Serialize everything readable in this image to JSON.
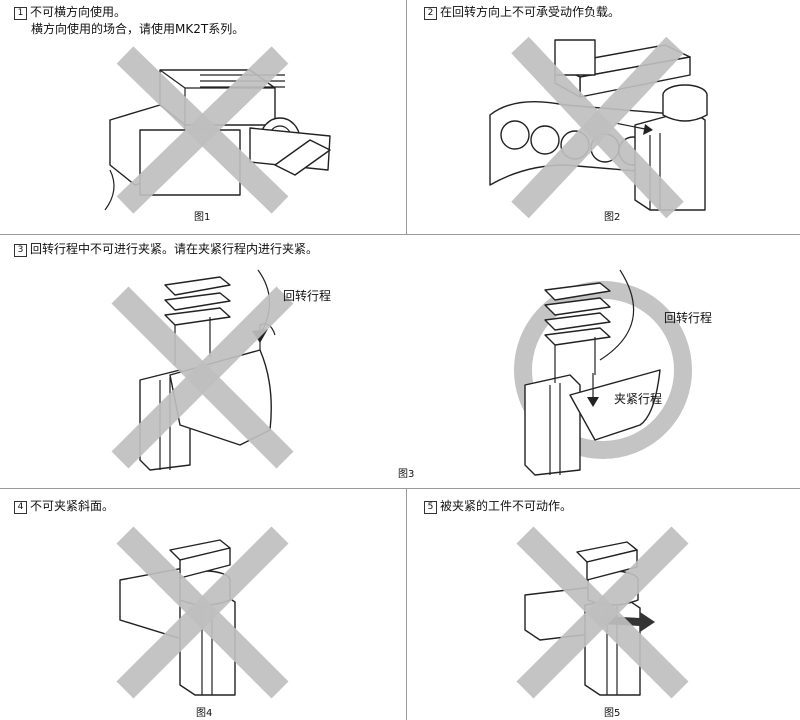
{
  "panels": [
    {
      "num": "1",
      "text": "不可横方向使用。",
      "subtext": "横方向使用的场合，请使用MK2T系列。",
      "figure": "图1"
    },
    {
      "num": "2",
      "text": "在回转方向上不可承受动作负载。",
      "figure": "图2"
    },
    {
      "num": "3",
      "text": "回转行程中不可进行夹紧。请在夹紧行程内进行夹紧。",
      "figure": "图3",
      "annotations": {
        "rotation_left": "回转行程",
        "rotation_right": "回转行程",
        "clamp": "夹紧行程"
      }
    },
    {
      "num": "4",
      "text": "不可夹紧斜面。",
      "figure": "图4"
    },
    {
      "num": "5",
      "text": "被夹紧的工件不可动作。",
      "figure": "图5"
    }
  ],
  "colors": {
    "cross": "#bfbfbf",
    "divider": "#9a9a9a",
    "ok_circle": "#c4c4c4"
  }
}
